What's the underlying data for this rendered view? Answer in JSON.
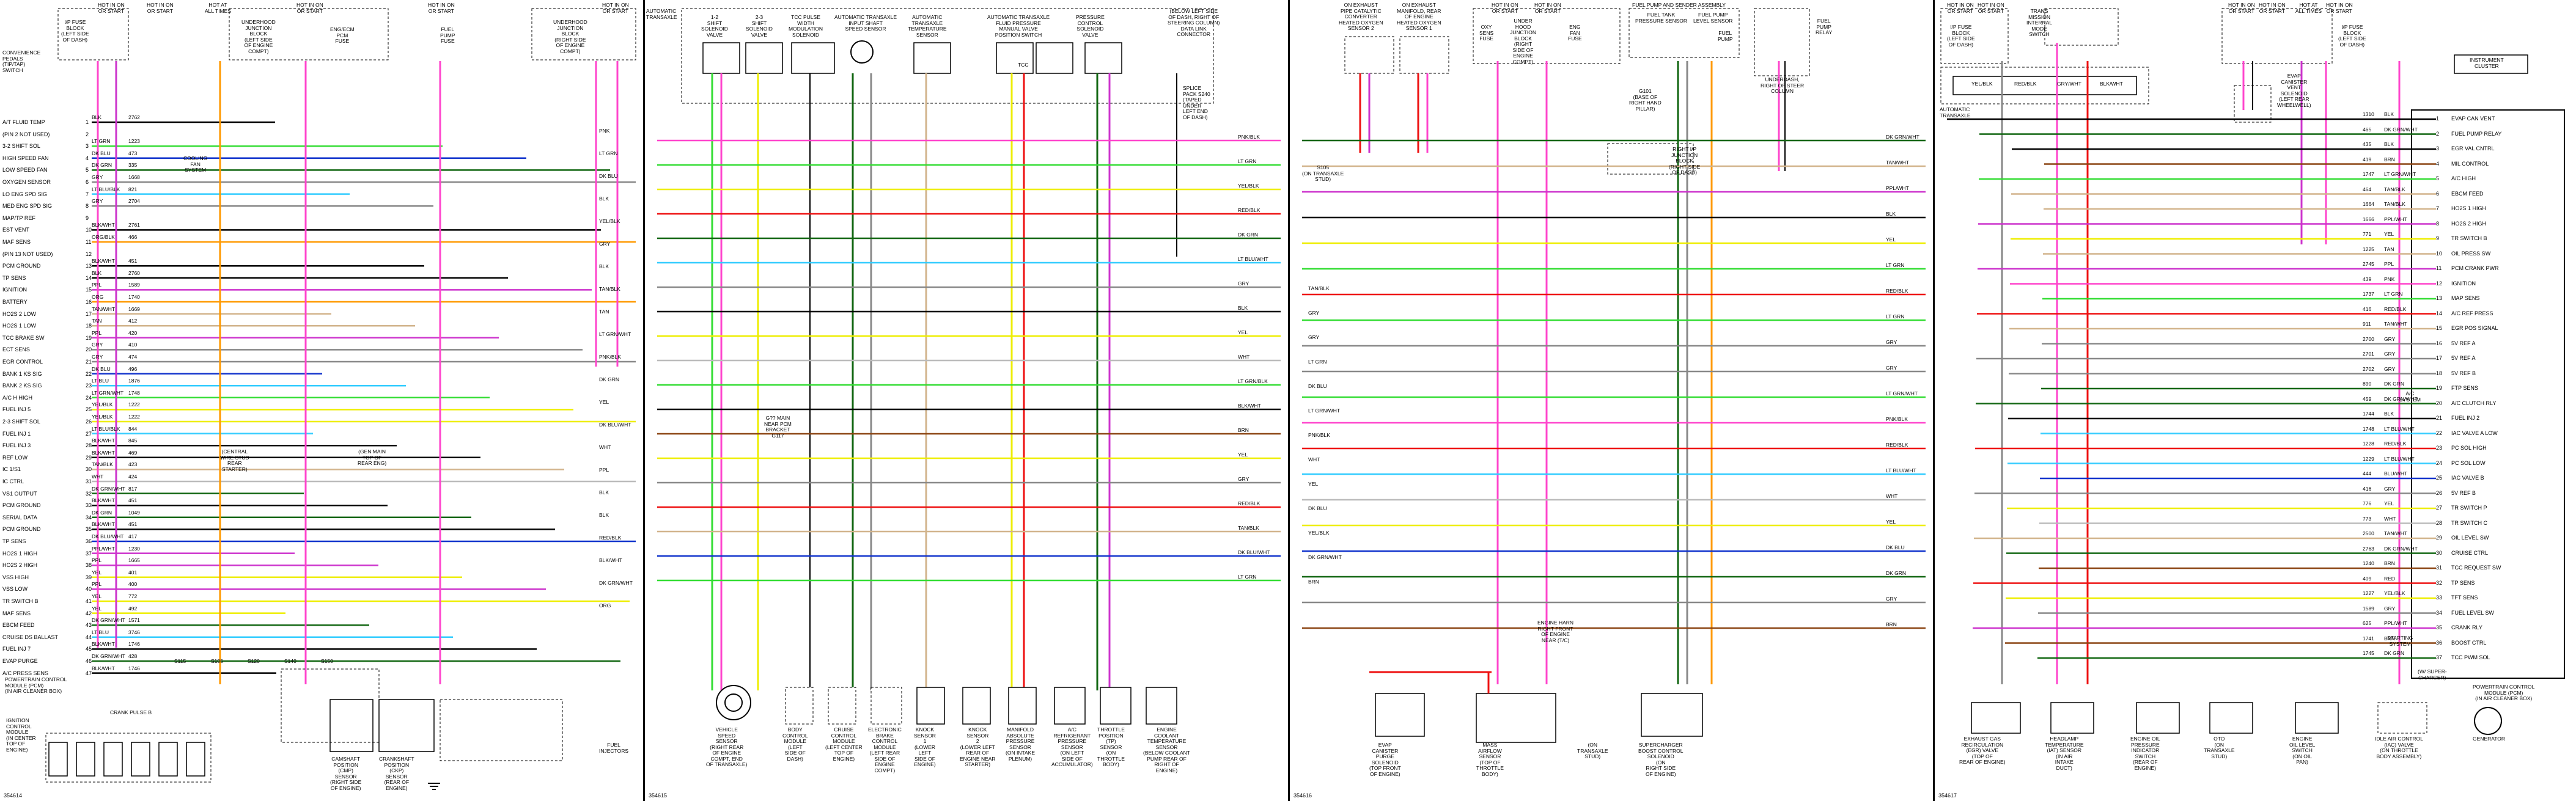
{
  "panels": [
    {
      "id": "354614",
      "label": "354614"
    },
    {
      "id": "354615",
      "label": "354615"
    },
    {
      "id": "354616",
      "label": "354616"
    },
    {
      "id": "354617",
      "label": "354617"
    }
  ],
  "colors": {
    "pnk": "#ff44cc",
    "ppl": "#cc33cc",
    "ltgrn": "#33dd33",
    "dkgrn": "#116611",
    "ltblu": "#33ccff",
    "dkblu": "#1133cc",
    "yel": "#eeee00",
    "org": "#ff9900",
    "red": "#ee1111",
    "blk": "#000000",
    "gry": "#888888",
    "tan": "#d2b48c",
    "brn": "#8b4513",
    "wht": "#bbbbbb"
  },
  "panel1": {
    "fuses": [
      {
        "text": "HOT IN ON\nOR START"
      },
      {
        "text": "HOT IN ON\nOR START"
      },
      {
        "text": "HOT AT\nALL TIMES"
      },
      {
        "text": "HOT IN ON\nOR START"
      },
      {
        "text": "HOT IN ON\nOR START"
      },
      {
        "text": "HOT IN ON\nOR START"
      }
    ],
    "fuse_boxes": [
      {
        "text": "I/P FUSE\nBLOCK\n(LEFT SIDE\nOF DASH)"
      },
      {
        "text": "UNDERHOOD\nJUNCTION\nBLOCK\n(LEFT SIDE\nOF ENGINE\nCOMPT)"
      },
      {
        "text": "ENG/ECM\nPCM\nFUSE"
      },
      {
        "text": "FUEL\nPUMP\nFUSE"
      },
      {
        "text": "UNDERHOOD\nJUNCTION\nBLOCK\n(RIGHT SIDE\nOF ENGINE\nCOMPT)"
      }
    ],
    "left_title": "CONVENIENCE\nPEDALS\n(TIP/TAP)\nSWITCH",
    "pins": [
      {
        "label": "A/T FLUID TEMP",
        "wire": "BLK",
        "circuit": "2762"
      },
      {
        "label": "(PIN 2 NOT USED)",
        "wire": "",
        "circuit": ""
      },
      {
        "label": "3-2 SHIFT SOL",
        "wire": "LT GRN",
        "circuit": "1223"
      },
      {
        "label": "HIGH SPEED FAN",
        "wire": "DK BLU",
        "circuit": "473"
      },
      {
        "label": "LOW SPEED FAN",
        "wire": "DK GRN",
        "circuit": "335"
      },
      {
        "label": "OXYGEN SENSOR",
        "wire": "GRY",
        "circuit": "1668"
      },
      {
        "label": "LO ENG SPD SIG",
        "wire": "LT BLU/BLK",
        "circuit": "821"
      },
      {
        "label": "MED ENG SPD SIG",
        "wire": "GRY",
        "circuit": "2704"
      },
      {
        "label": "MAP/TP REF",
        "wire": "",
        "circuit": ""
      },
      {
        "label": "EST VENT",
        "wire": "BLK/WHT",
        "circuit": "2761"
      },
      {
        "label": "MAF SENS",
        "wire": "ORG/BLK",
        "circuit": "466"
      },
      {
        "label": "(PIN 13 NOT USED)",
        "wire": "",
        "circuit": ""
      },
      {
        "label": "PCM GROUND",
        "wire": "BLK/WHT",
        "circuit": "451"
      },
      {
        "label": "TP SENS",
        "wire": "BLK",
        "circuit": "2760"
      },
      {
        "label": "IGNITION",
        "wire": "PPL",
        "circuit": "1589"
      },
      {
        "label": "BATTERY",
        "wire": "ORG",
        "circuit": "1740"
      },
      {
        "label": "HO2S 2 LOW",
        "wire": "TAN/WHT",
        "circuit": "1669"
      },
      {
        "label": "HO2S 1 LOW",
        "wire": "TAN",
        "circuit": "412"
      },
      {
        "label": "TCC BRAKE SW",
        "wire": "PPL",
        "circuit": "420"
      },
      {
        "label": "ECT SENS",
        "wire": "GRY",
        "circuit": "410"
      },
      {
        "label": "EGR CONTROL",
        "wire": "GRY",
        "circuit": "474"
      },
      {
        "label": "BANK 1 KS SIG",
        "wire": "DK BLU",
        "circuit": "496"
      },
      {
        "label": "BANK 2 KS SIG",
        "wire": "LT BLU",
        "circuit": "1876"
      },
      {
        "label": "A/C H HIGH",
        "wire": "LT GRN/WHT",
        "circuit": "1748"
      },
      {
        "label": "FUEL INJ 5",
        "wire": "YEL/BLK",
        "circuit": "1222"
      },
      {
        "label": "2-3 SHIFT SOL",
        "wire": "YEL/BLK",
        "circuit": "1222"
      },
      {
        "label": "FUEL INJ 1",
        "wire": "LT BLU/BLK",
        "circuit": "844"
      },
      {
        "label": "FUEL INJ 3",
        "wire": "BLK/WHT",
        "circuit": "845"
      },
      {
        "label": "REF LOW",
        "wire": "BLK/WHT",
        "circuit": "469"
      },
      {
        "label": "IC 1/S1",
        "wire": "TAN/BLK",
        "circuit": "423"
      },
      {
        "label": "IC CTRL",
        "wire": "WHT",
        "circuit": "424"
      },
      {
        "label": "VS1 OUTPUT",
        "wire": "DK GRN/WHT",
        "circuit": "817"
      },
      {
        "label": "PCM GROUND",
        "wire": "BLK/WHT",
        "circuit": "451"
      },
      {
        "label": "SERIAL DATA",
        "wire": "DK GRN",
        "circuit": "1049"
      },
      {
        "label": "PCM GROUND",
        "wire": "BLK/WHT",
        "circuit": "451"
      },
      {
        "label": "TP SENS",
        "wire": "DK BLU/WHT",
        "circuit": "417"
      },
      {
        "label": "HO2S 1 HIGH",
        "wire": "PPL/WHT",
        "circuit": "1230"
      },
      {
        "label": "HO2S 2 HIGH",
        "wire": "PPL",
        "circuit": "1665"
      },
      {
        "label": "VSS HIGH",
        "wire": "YEL",
        "circuit": "401"
      },
      {
        "label": "VSS LOW",
        "wire": "PPL",
        "circuit": "400"
      },
      {
        "label": "TR SWITCH B",
        "wire": "YEL",
        "circuit": "772"
      },
      {
        "label": "MAF SENS",
        "wire": "YEL",
        "circuit": "492"
      },
      {
        "label": "EBCM FEED",
        "wire": "DK GRN/WHT",
        "circuit": "1571"
      },
      {
        "label": "CRUISE DS BALLAST",
        "wire": "LT BLU",
        "circuit": "3746"
      },
      {
        "label": "FUEL INJ 7",
        "wire": "BLK/WHT",
        "circuit": "1746"
      },
      {
        "label": "EVAP PURGE",
        "wire": "DK GRN/WHT",
        "circuit": "428"
      },
      {
        "label": "A/C PRESS SENS",
        "wire": "BLK/WHT",
        "circuit": "1746"
      }
    ],
    "right_labels": [
      "PNK",
      "LT GRN",
      "DK BLU",
      "BLK",
      "YEL/BLK",
      "GRY",
      "BLK",
      "TAN/BLK",
      "TAN",
      "LT GRN/WHT",
      "PNK/BLK",
      "DK GRN",
      "YEL",
      "DK BLU/WHT",
      "WHT",
      "PPL",
      "BLK",
      "BLK",
      "RED/BLK",
      "BLK/WHT",
      "DK GRN/WHT",
      "ORG"
    ],
    "ecm_title": "POWERTRAIN CONTROL\nMODULE (PCM)\n(IN AIR CLEANER BOX)",
    "ecm_conn": "IGNITION\nCONTROL\nMODULE\n(IN CENTER\nTOP OF\nENGINE)",
    "crank_label": "CRANK PULSE B",
    "fuel_inj_label": "FUEL\nINJECTORS",
    "splices": [
      "S115",
      "S106",
      "S120",
      "S140",
      "S150"
    ],
    "right_components": [
      {
        "text": "CAMSHAFT\nPOSITION\n(CMP)\nSENSOR\n(RIGHT SIDE\nOF ENGINE)"
      },
      {
        "text": "CRANKSHAFT\nPOSITION\n(CKP)\nSENSOR\n(REAR OF\nENGINE)"
      }
    ],
    "notes": [
      {
        "text": "(CENTRAL\nWIRE STUD\nREAR\nSTARTER)"
      },
      {
        "text": "(GEN MAIN\nTOP OF\nREAR ENG)"
      },
      {
        "text": "COOLING\nFAN\nSYSTEM"
      }
    ]
  },
  "panel2": {
    "title": "AUTOMATIC\nTRANSAXLE",
    "top_components": [
      {
        "text": "1-2\nSHIFT\nSOLENOID\nVALVE"
      },
      {
        "text": "2-3\nSHIFT\nSOLENOID\nVALVE"
      },
      {
        "text": "TCC PULSE\nWIDTH\nMODULATION\nSOLENOID"
      },
      {
        "text": "AUTOMATIC TRANSAXLE\nINPUT SHAFT\nSPEED SENSOR"
      },
      {
        "text": "AUTOMATIC\nTRANSAXLE\nTEMPERATURE\nSENSOR"
      },
      {
        "text": "AUTOMATIC TRANSAXLE\nFLUID PRESSURE\nMANUAL VALVE\nPOSITION SWITCH"
      },
      {
        "text": "PRESSURE\nCONTROL\nSOLENOID\nVALVE"
      }
    ],
    "tcc_label": "TCC",
    "side_note": "(BELOW LEFT SIDE\nOF DASH, RIGHT OF\nSTEERING COLUMN)\nDATA LINK\nCONNECTOR",
    "splice_note": "SPLICE\nPACK S240\n(TAPED\nUNDER\nLEFT END\nOF DASH)",
    "ground_note": "G?? MAIN\nNEAR PCM\nBRACKET\nG117",
    "bottom_components": [
      {
        "text": "VEHICLE\nSPEED\nSENSOR\n(RIGHT REAR\nOF ENGINE\nCOMPT, END\nOF TRANSAXLE)"
      },
      {
        "text": "BODY\nCONTROL\nMODULE\n(LEFT\nSIDE OF\nDASH)"
      },
      {
        "text": "CRUISE\nCONTROL\nMODULE\n(LEFT CENTER\nTOP OF\nENGINE)"
      },
      {
        "text": "ELECTRONIC\nBRAKE\nCONTROL\nMODULE\n(LEFT REAR\nSIDE OF\nENGINE\nCOMPT)"
      },
      {
        "text": "KNOCK\nSENSOR\n1\n(LOWER\nLEFT\nSIDE OF\nENGINE)"
      },
      {
        "text": "KNOCK\nSENSOR\n2\n(LOWER LEFT\nREAR OF\nENGINE NEAR\nSTARTER)"
      },
      {
        "text": "MANIFOLD\nABSOLUTE\nPRESSURE\nSENSOR\n(ON INTAKE\nPLENUM)"
      },
      {
        "text": "A/C\nREFRIGERANT\nPRESSURE\nSENSOR\n(ON LEFT\nSIDE OF\nACCUMULATOR)"
      },
      {
        "text": "THROTTLE\nPOSITION\n(TP)\nSENSOR\n(ON\nTHROTTLE\nBODY)"
      },
      {
        "text": "ENGINE\nCOOLANT\nTEMPERATURE\nSENSOR\n(BELOW COOLANT\nPUMP REAR OF\nRIGHT OF\nENGINE)"
      }
    ],
    "right_labels": [
      "PNK/BLK",
      "LT GRN",
      "YEL/BLK",
      "RED/BLK",
      "DK GRN",
      "LT BLU/WHT",
      "GRY",
      "BLK",
      "YEL",
      "WHT",
      "LT GRN/BLK",
      "BLK/WHT",
      "BRN",
      "YEL",
      "GRY",
      "RED/BLK",
      "TAN/BLK",
      "DK BLU/WHT",
      "LT GRN"
    ]
  },
  "panel3": {
    "top_components": [
      {
        "text": "ON EXHAUST\nPIPE CATALYTIC\nCONVERTER\nHEATED OXYGEN\nSENSOR 2"
      },
      {
        "text": "ON EXHAUST\nMANIFOLD, REAR\nOF ENGINE\nHEATED OXYGEN\nSENSOR 1"
      }
    ],
    "fuses": [
      {
        "text": "HOT IN ON\nOR START"
      },
      {
        "text": "HOT IN ON\nOR START"
      }
    ],
    "fuse_boxes": [
      {
        "text": "OXY\nSENS\nFUSE"
      },
      {
        "text": "UNDER\nHOOD\nJUNCTION\nBLOCK\n(RIGHT\nSIDE OF\nENGINE\nCOMPT)"
      },
      {
        "text": "ENG\nFAN\nFUSE"
      }
    ],
    "fuel_pump_title": "FUEL PUMP AND SENDER ASSEMBLY",
    "fuel_pump_sub": "FUEL TANK\nPRESSURE SENSOR",
    "fuel_level": "FUEL PUMP\nLEVEL SENSOR",
    "fuel_pump": "FUEL\nPUMP",
    "relay_note": "FUEL\nPUMP\nRELAY",
    "underdash_note": "UNDERDASH,\nRIGHT OF STEER\nCOLUMN",
    "trans_stud": "S105\n(ON TRANSAXLE\nSTUD)",
    "ground_g": "G101\n(BASE OF\nRIGHT HAND\nPILLAR)",
    "junction": "RIGHT I/P\nJUNCTION\nBLOCK\n(RIGHT SIDE\nOF DASH)",
    "engine_harn": "ENGINE HARN\nRIGHT FRONT\nOF ENGINE\nNEAR (T/C)",
    "bottom_components": [
      {
        "text": "EVAP\nCANISTER\nPURGE\nSOLENOID\n(TOP FRONT\nOF ENGINE)"
      },
      {
        "text": "MASS\nAIRFLOW\nSENSOR\n(TOP OF\nTHROTTLE\nBODY)"
      },
      {
        "text": "(ON\nTRANSAXLE\nSTUD)"
      },
      {
        "text": "SUPERCHARGER\nBOOST CONTROL\nSOLENOID\n(ON\nRIGHT SIDE\nOF ENGINE)"
      }
    ],
    "right_labels": [
      "DK GRN/WHT",
      "TAN/WHT",
      "PPL/WHT",
      "BLK",
      "YEL",
      "LT GRN",
      "RED/BLK",
      "LT GRN",
      "GRY",
      "GRY",
      "LT GRN/WHT",
      "PNK/BLK",
      "RED/BLK",
      "LT BLU/WHT",
      "WHT",
      "YEL",
      "DK BLU",
      "DK GRN",
      "GRY",
      "BRN"
    ],
    "left_labels": [
      "TAN/BLK",
      "GRY",
      "GRY",
      "LT GRN",
      "DK BLU",
      "LT GRN/WHT",
      "PNK/BLK",
      "WHT",
      "YEL",
      "DK BLU",
      "YEL/BLK",
      "DK GRN/WHT",
      "BRN"
    ]
  },
  "panel4": {
    "fuses_left": [
      {
        "text": "HOT IN ON\nOR START"
      },
      {
        "text": "HOT IN ON\nOR START"
      }
    ],
    "fuses_right": [
      {
        "text": "HOT IN ON\nOR START"
      },
      {
        "text": "HOT IN ON\nOR START"
      },
      {
        "text": "HOT AT\nALL TIMES"
      },
      {
        "text": "HOT IN ON\nOR START"
      }
    ],
    "fuse_box_left": "I/P FUSE\nBLOCK\n(LEFT SIDE\nOF DASH)",
    "fuse_box_right": "I/P FUSE\nBLOCK\n(LEFT SIDE\nOF DASH)",
    "trans_title": "AUTOMATIC\nTRANSAXLE",
    "switch_title": "TRANS\nMISSION\nINTERNAL\nMODE\nSWITCH",
    "evap_note": "EVAP\nCANISTER\nVENT\nSOLENOID\n(LEFT REAR\nWHEELWELL)",
    "inst_cluster": "INSTRUMENT\nCLUSTER",
    "ac_system": "A/C\nSYSTEM",
    "starting": "STARTING\nSYSTEM",
    "sc_label": "(W/ SUPER-\nCHARGER)",
    "pcm_title": "POWERTRAIN CONTROL\nMODULE (PCM)\n(IN AIR CLEANER BOX)",
    "pins": [
      {
        "label": "EVAP CAN VENT",
        "wire": "BLK",
        "circuit": "1310"
      },
      {
        "label": "FUEL PUMP RELAY",
        "wire": "DK GRN/WHT",
        "circuit": "465"
      },
      {
        "label": "EGR VAL CNTRL",
        "wire": "BLK",
        "circuit": "435"
      },
      {
        "label": "MIL CONTROL",
        "wire": "BRN",
        "circuit": "419"
      },
      {
        "label": "A/C HIGH",
        "wire": "LT GRN/WHT",
        "circuit": "1747"
      },
      {
        "label": "EBCM FEED",
        "wire": "TAN/BLK",
        "circuit": "464"
      },
      {
        "label": "HO2S 1 HIGH",
        "wire": "TAN/BLK",
        "circuit": "1664"
      },
      {
        "label": "HO2S 2 HIGH",
        "wire": "PPL/WHT",
        "circuit": "1666"
      },
      {
        "label": "TR SWITCH B",
        "wire": "YEL",
        "circuit": "771"
      },
      {
        "label": "OIL PRESS SW",
        "wire": "TAN",
        "circuit": "1225"
      },
      {
        "label": "PCM CRANK PWR",
        "wire": "PPL",
        "circuit": "2745"
      },
      {
        "label": "IGNITION",
        "wire": "PNK",
        "circuit": "439"
      },
      {
        "label": "MAP SENS",
        "wire": "LT GRN",
        "circuit": "1737"
      },
      {
        "label": "A/C REF PRESS",
        "wire": "RED/BLK",
        "circuit": "416"
      },
      {
        "label": "EGR POS SIGNAL",
        "wire": "TAN/WHT",
        "circuit": "911"
      },
      {
        "label": "5V REF A",
        "wire": "GRY",
        "circuit": "2700"
      },
      {
        "label": "5V REF A",
        "wire": "GRY",
        "circuit": "2701"
      },
      {
        "label": "5V REF B",
        "wire": "GRY",
        "circuit": "2702"
      },
      {
        "label": "FTP SENS",
        "wire": "DK GRN",
        "circuit": "890"
      },
      {
        "label": "A/C CLUTCH RLY",
        "wire": "DK GRN/WHT",
        "circuit": "459"
      },
      {
        "label": "FUEL INJ 2",
        "wire": "BLK",
        "circuit": "1744"
      },
      {
        "label": "IAC VALVE A LOW",
        "wire": "LT BLU/WHT",
        "circuit": "1748"
      },
      {
        "label": "PC SOL HIGH",
        "wire": "RED/BLK",
        "circuit": "1228"
      },
      {
        "label": "PC SOL LOW",
        "wire": "LT BLU/WHT",
        "circuit": "1229"
      },
      {
        "label": "IAC VALVE B",
        "wire": "BLU/WHT",
        "circuit": "444"
      },
      {
        "label": "5V REF B",
        "wire": "GRY",
        "circuit": "416"
      },
      {
        "label": "TR SWITCH P",
        "wire": "YEL",
        "circuit": "776"
      },
      {
        "label": "TR SWITCH C",
        "wire": "WHT",
        "circuit": "773"
      },
      {
        "label": "OIL LEVEL SW",
        "wire": "TAN/WHT",
        "circuit": "2500"
      },
      {
        "label": "CRUISE CTRL",
        "wire": "DK GRN/WHT",
        "circuit": "2763"
      },
      {
        "label": "TCC REQUEST SW",
        "wire": "BRN",
        "circuit": "1240"
      },
      {
        "label": "TP SENS",
        "wire": "RED",
        "circuit": "409"
      },
      {
        "label": "TFT SENS",
        "wire": "YEL/BLK",
        "circuit": "1227"
      },
      {
        "label": "FUEL LEVEL SW",
        "wire": "GRY",
        "circuit": "1589"
      },
      {
        "label": "CRANK RLY",
        "wire": "PPL/WHT",
        "circuit": "625"
      },
      {
        "label": "BOOST CTRL",
        "wire": "BRN",
        "circuit": "1741"
      },
      {
        "label": "TCC PWM SOL",
        "wire": "DK GRN",
        "circuit": "1745"
      }
    ],
    "bottom_components": [
      {
        "text": "EXHAUST GAS\nRECIRCULATION\n(EGR) VALVE\n(TOP OF\nREAR OF ENGINE)"
      },
      {
        "text": "HEADLAMP\nTEMPERATURE\n(IAT) SENSOR\n(IN AIR\nINTAKE\nDUCT)"
      },
      {
        "text": "ENGINE OIL\nPRESSURE\nINDICATOR\nSWITCH\n(REAR OF\nENGINE)"
      },
      {
        "text": "OTO\n(ON\nTRANSAXLE\nSTUD)"
      },
      {
        "text": "ENGINE\nOIL LEVEL\nSWITCH\n(ON OIL\nPAN)"
      },
      {
        "text": "IDLE AIR CONTROL\n(IAC) VALVE\n(ON THROTTLE\nBODY ASSEMBLY)"
      },
      {
        "text": "GENERATOR"
      }
    ],
    "relays": [
      {
        "text": "YEL/BLK"
      },
      {
        "text": "RED/BLK"
      },
      {
        "text": "GRY/WHT"
      },
      {
        "text": "BLK/WHT"
      }
    ]
  }
}
